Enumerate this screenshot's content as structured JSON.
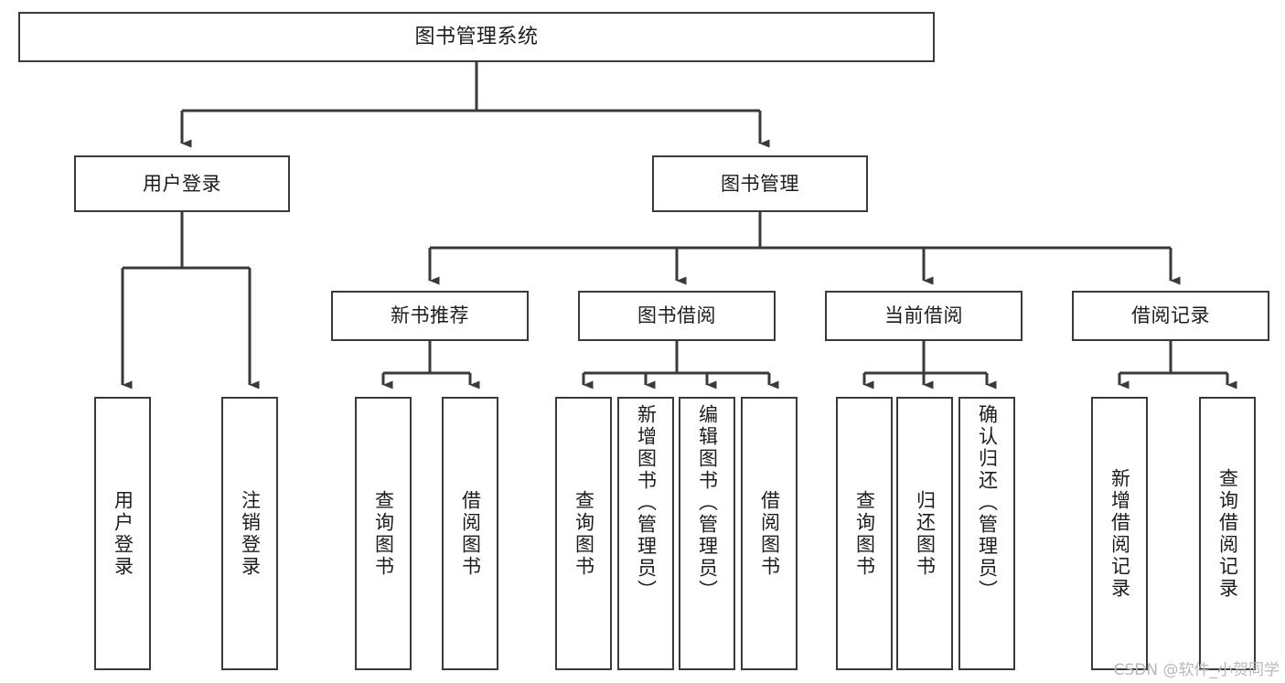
{
  "diagram": {
    "title": "图书管理系统",
    "type": "hierarchy-tree",
    "watermark": "CSDN @软件_小贺同学",
    "colors": {
      "node_border": "#3a3a3a",
      "node_fill": "#ffffff",
      "edge": "#3a3a3a",
      "text": "#1c1c1c",
      "watermark": "#b9b9b9",
      "background": "#ffffff"
    },
    "nodes": {
      "root": {
        "label": "图书管理系统"
      },
      "tier2": [
        {
          "label": "用户登录"
        },
        {
          "label": "图书管理"
        }
      ],
      "tier3": [
        {
          "label": "新书推荐"
        },
        {
          "label": "图书借阅"
        },
        {
          "label": "当前借阅"
        },
        {
          "label": "借阅记录"
        }
      ],
      "leaves": {
        "user_login": [
          {
            "label": "用户登录"
          },
          {
            "label": "注销登录"
          }
        ],
        "new_book_recommend": [
          {
            "label": "查询图书"
          },
          {
            "label": "借阅图书"
          }
        ],
        "book_borrow": [
          {
            "label": "查询图书"
          },
          {
            "label": "新增图书（管理员）"
          },
          {
            "label": "编辑图书（管理员）"
          },
          {
            "label": "借阅图书"
          }
        ],
        "current_borrow": [
          {
            "label": "查询图书"
          },
          {
            "label": "归还图书"
          },
          {
            "label": "确认归还（管理员）"
          }
        ],
        "borrow_record": [
          {
            "label": "新增借阅记录"
          },
          {
            "label": "查询借阅记录"
          }
        ]
      }
    }
  }
}
